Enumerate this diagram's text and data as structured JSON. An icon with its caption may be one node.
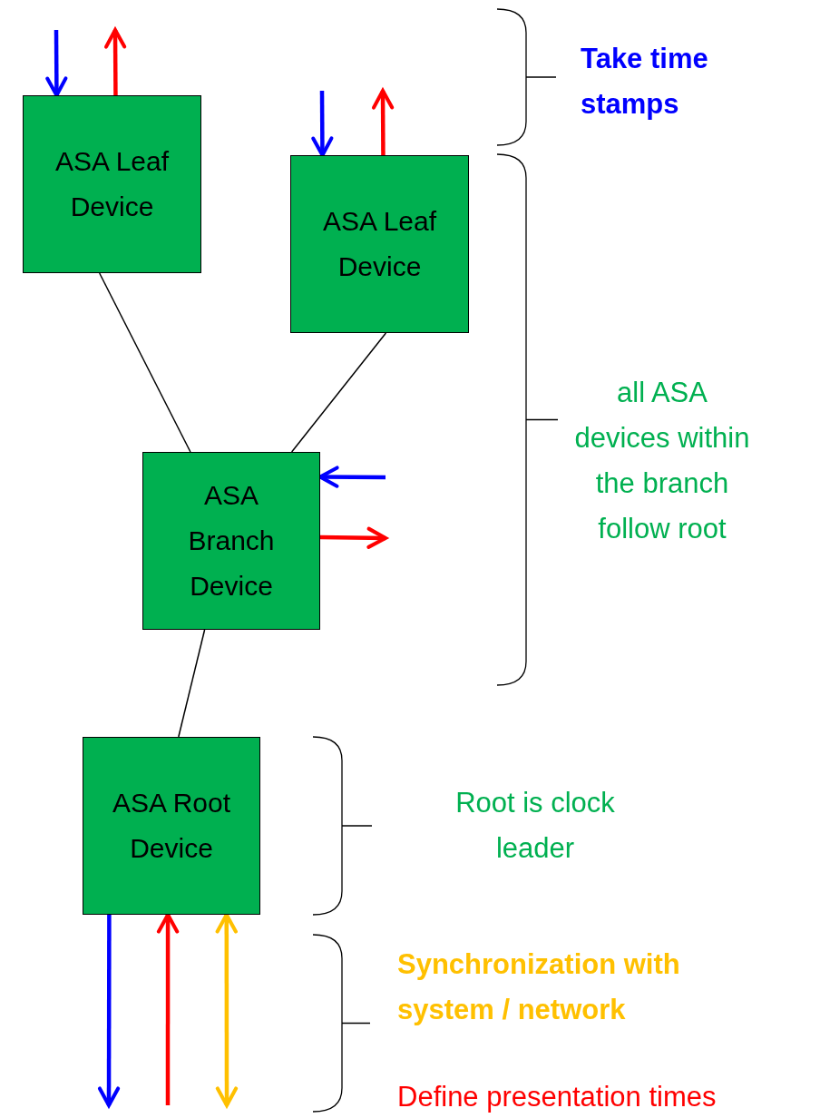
{
  "diagram": {
    "nodes": [
      {
        "text": [
          "ASA Leaf Device"
        ]
      },
      {
        "text": [
          "ASA Leaf Device"
        ]
      },
      {
        "text": [
          "ASA Branch Device"
        ]
      },
      {
        "text": [
          "ASA Root Device"
        ]
      }
    ],
    "edges": [
      {
        "from": 0,
        "to": 2,
        "arrow": "none",
        "color": "#000000"
      },
      {
        "from": 1,
        "to": 2,
        "arrow": "none",
        "color": "#000000"
      },
      {
        "from": 2,
        "to": 3,
        "arrow": "none",
        "color": "#000000"
      },
      {
        "from": null,
        "to": 0,
        "arrow": "to",
        "color": "#0000ff"
      },
      {
        "from": 0,
        "to": null,
        "arrow": "to",
        "color": "#ff0000"
      },
      {
        "from": null,
        "to": 1,
        "arrow": "to",
        "color": "#0000ff"
      },
      {
        "from": 1,
        "to": null,
        "arrow": "to",
        "color": "#ff0000"
      },
      {
        "from": null,
        "to": 2,
        "arrow": "to",
        "color": "#0000ff"
      },
      {
        "from": 2,
        "to": null,
        "arrow": "to",
        "color": "#ff0000"
      },
      {
        "from": 3,
        "to": null,
        "arrow": "to",
        "color": "#0000ff"
      },
      {
        "from": null,
        "to": 3,
        "arrow": "to",
        "color": "#ff0000"
      },
      {
        "from": 3,
        "to": null,
        "arrow": "both",
        "color": "#ffc000"
      }
    ],
    "labels": [
      "Take time stamps",
      "all ASA devices within the branch follow root",
      "Root is clock leader",
      "Synchronization with system / network",
      "Define presentation times"
    ]
  }
}
